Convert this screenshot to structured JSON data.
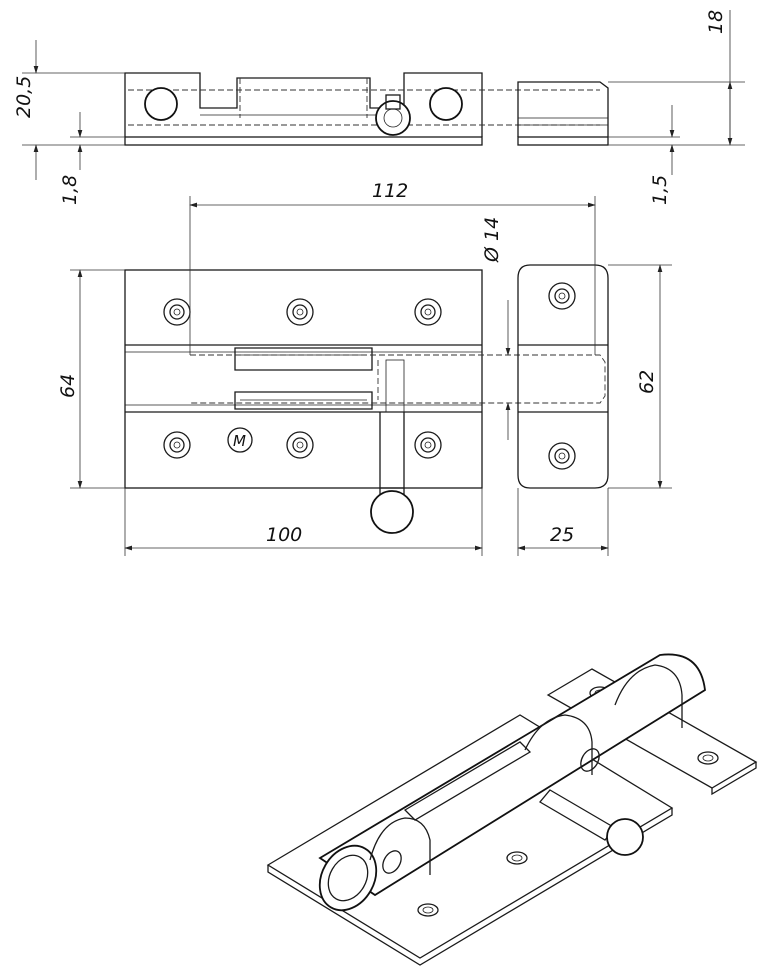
{
  "drawing": {
    "dimensions": {
      "side_height_left": "20,5",
      "side_height_right": "18",
      "plate_thickness_left": "1,8",
      "plate_thickness_right": "1,5",
      "bolt_length": "112",
      "bolt_diameter": "Ø 14",
      "plate_height": "64",
      "keeper_height": "62",
      "plate_width": "100",
      "keeper_width": "25"
    },
    "maker_mark": "M"
  }
}
